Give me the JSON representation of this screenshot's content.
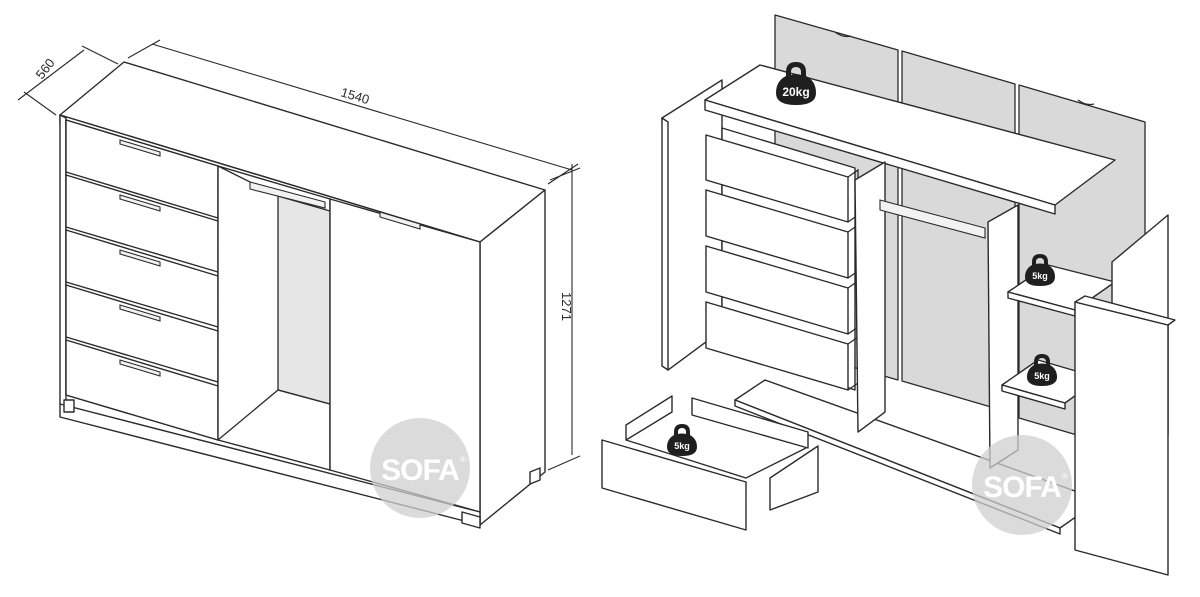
{
  "dimensions": {
    "depth": "560",
    "width": "1540",
    "height": "1271"
  },
  "weights": {
    "top": "20kg",
    "shelf_upper": "5kg",
    "shelf_lower": "5kg",
    "drawer": "5kg"
  },
  "watermark": {
    "text": "SOFA",
    "mark": "®"
  },
  "colors": {
    "line": "#2b2b2b",
    "panel": "#ffffff",
    "back_panel": "#d9d9d9",
    "watermark": "#cfcfcf",
    "weight_icon": "#1f1f1f"
  }
}
